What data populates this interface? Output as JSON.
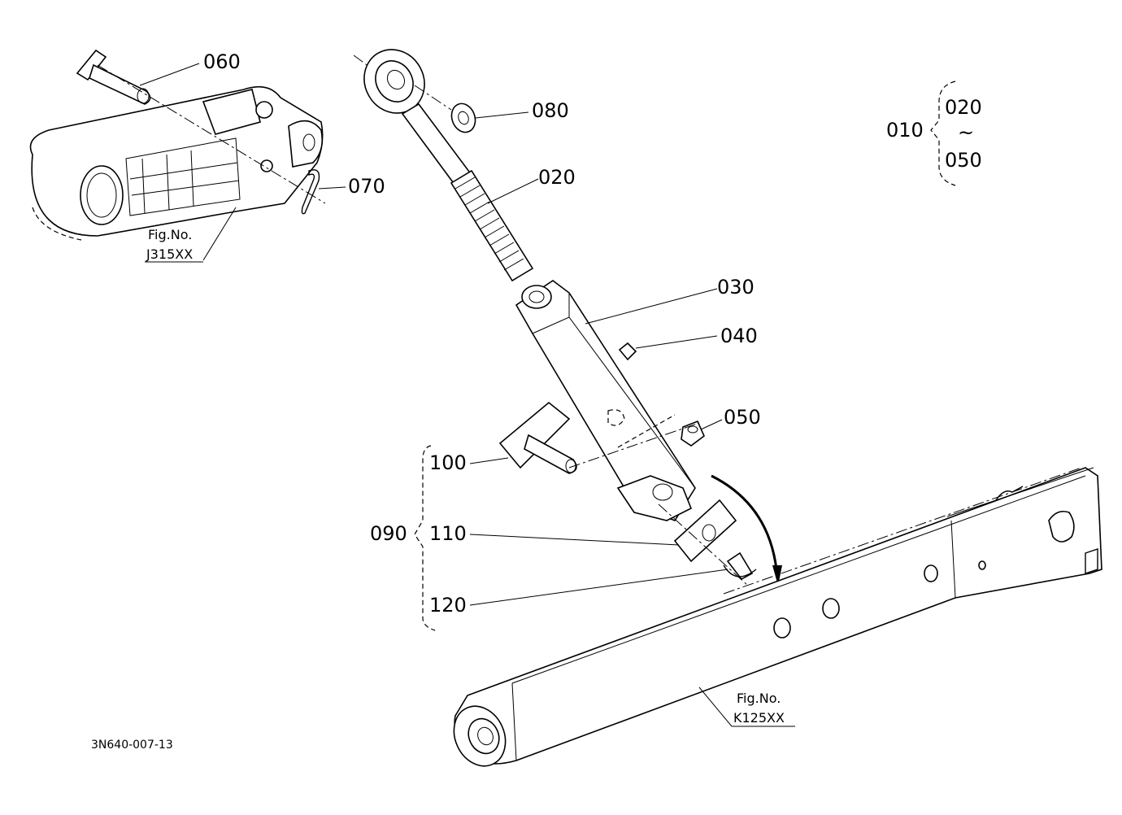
{
  "labels": {
    "p060": "060",
    "p080": "080",
    "p070": "070",
    "p020": "020",
    "p030": "030",
    "p040": "040",
    "p050": "050",
    "p100": "100",
    "p090": "090",
    "p110": "110",
    "p120": "120",
    "p010": "010",
    "range_start": "020",
    "range_tilde": "~",
    "range_end": "050"
  },
  "references": {
    "upper": {
      "prefix": "Fig.No.",
      "code": "J315XX"
    },
    "lower": {
      "prefix": "Fig.No.",
      "code": "K125XX"
    }
  },
  "drawing_number": "3N640-007-13"
}
